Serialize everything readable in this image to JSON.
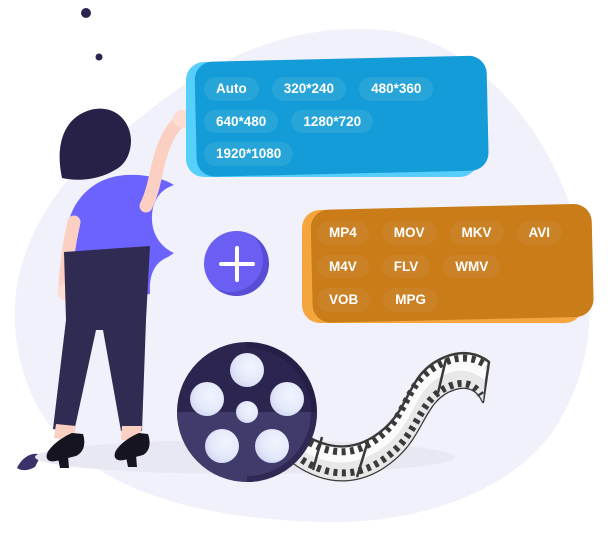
{
  "scene": {
    "background_blob_color": "#F1F1FB",
    "illustration_elements": [
      "person",
      "film-reel",
      "film-strip"
    ]
  },
  "resolution_panel": {
    "panel_color": "#56CFFA",
    "shadow_color": "#149CD8",
    "pill_color": "#27A5D9",
    "text_color": "#FFFFFF",
    "rows": [
      [
        "Auto",
        "320*240",
        "480*360"
      ],
      [
        "640*480",
        "1280*720"
      ],
      [
        "1920*1080"
      ]
    ]
  },
  "format_panel": {
    "panel_color": "#F5A53D",
    "shadow_color": "#C97C17",
    "pill_color": "#CB8227",
    "text_color": "#FFFFFF",
    "rows": [
      [
        "MP4",
        "MOV",
        "MKV",
        "AVI"
      ],
      [
        "M4V",
        "FLV",
        "WMV"
      ],
      [
        "VOB",
        "MPG"
      ]
    ]
  },
  "add_button": {
    "icon": "plus-icon",
    "color": "#6B5EF2"
  }
}
